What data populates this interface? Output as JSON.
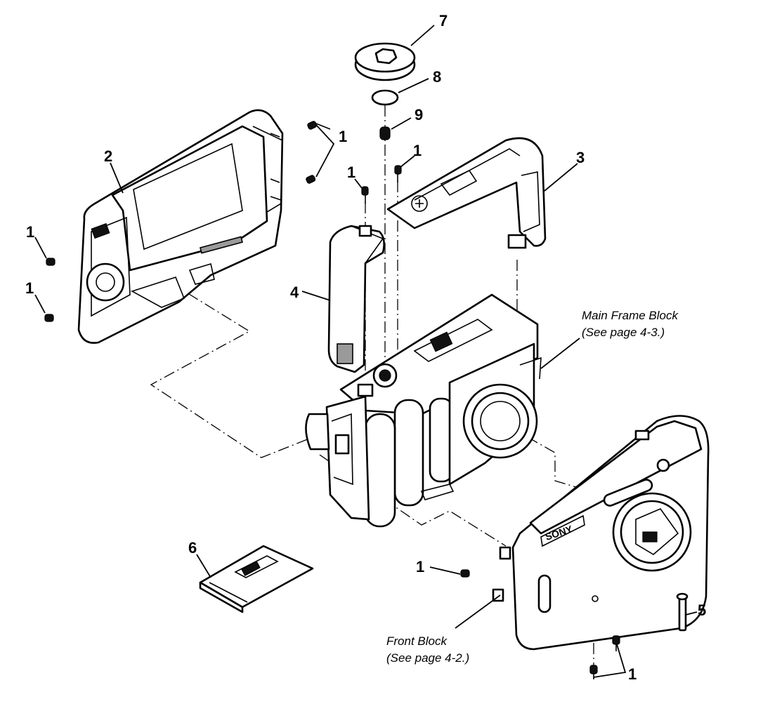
{
  "callouts": {
    "n1": "1",
    "n2": "2",
    "n3": "3",
    "n4": "4",
    "n5": "5",
    "n6": "6",
    "n7": "7",
    "n8": "8",
    "n9": "9"
  },
  "notes": {
    "main_frame_line1": "Main Frame Block",
    "main_frame_line2": "(See page 4-3.)",
    "front_block_line1": "Front Block",
    "front_block_line2": "(See page 4-2.)"
  }
}
